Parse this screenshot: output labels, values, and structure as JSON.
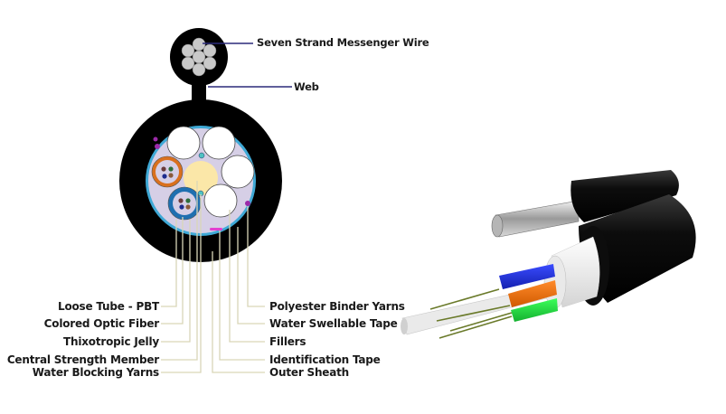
{
  "diagram": {
    "title": "Figure-8 Self-Supporting Stranded Loose Tube Fiber Optic Cable",
    "top_labels": [
      {
        "id": "messenger",
        "text": "Seven Strand Messenger Wire"
      },
      {
        "id": "web",
        "text": "Web"
      }
    ],
    "left_labels": [
      {
        "id": "loose-tube",
        "text": "Loose Tube - PBT"
      },
      {
        "id": "colored-fiber",
        "text": "Colored Optic Fiber"
      },
      {
        "id": "jelly",
        "text": "Thixotropic Jelly"
      },
      {
        "id": "strength-member",
        "text": "Central Strength Member"
      },
      {
        "id": "water-blocking-yarns",
        "text": "Water Blocking Yarns"
      }
    ],
    "right_labels": [
      {
        "id": "binder-yarns",
        "text": "Polyester Binder Yarns"
      },
      {
        "id": "swellable-tape",
        "text": "Water Swellable Tape"
      },
      {
        "id": "fillers",
        "text": "Fillers"
      },
      {
        "id": "id-tape",
        "text": "Identification Tape"
      },
      {
        "id": "outer-sheath",
        "text": "Outer Sheath"
      }
    ],
    "colors": {
      "sheath": "#000000",
      "core": "#d6cfe6",
      "swellable_ring": "#3fa9d6",
      "jelly": "#fbe7a8",
      "tube_orange": "#d9701e",
      "tube_blue": "#1f6fb0",
      "leader_line": "#d9d6b8",
      "pointer_line": "#2b2a7a",
      "id_tape": "#e23fd0",
      "yarn": "#9b2aa8",
      "strand": "#c9c9c9"
    }
  }
}
